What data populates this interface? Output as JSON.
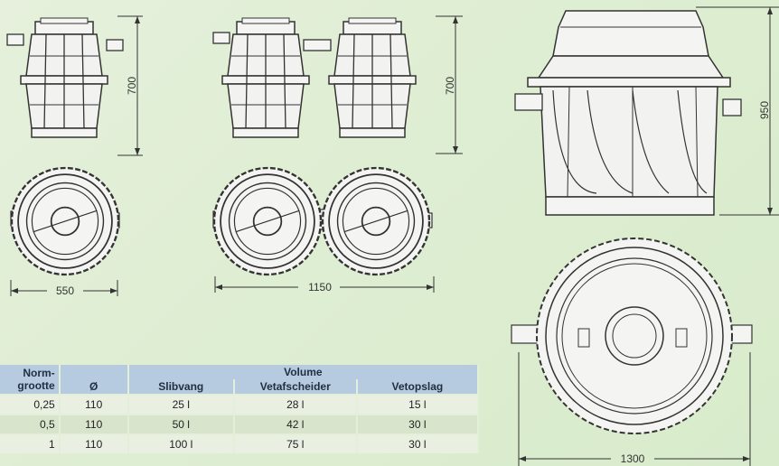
{
  "dimensions": {
    "single_height": "700",
    "single_width": "550",
    "double_height": "700",
    "double_width": "1150",
    "large_height": "950",
    "large_width": "1300"
  },
  "table": {
    "headers": {
      "norm_line1": "Norm-",
      "norm_line2": "grootte",
      "diameter": "Ø",
      "volume": "Volume",
      "slibvang": "Slibvang",
      "vetafscheider": "Vetafscheider",
      "vetopslag": "Vetopslag"
    },
    "rows": [
      {
        "norm": "0,25",
        "diameter": "110",
        "slibvang": "25 l",
        "vetafscheider": "28 l",
        "vetopslag": "15 l"
      },
      {
        "norm": "0,5",
        "diameter": "110",
        "slibvang": "50 l",
        "vetafscheider": "42 l",
        "vetopslag": "30 l"
      },
      {
        "norm": "1",
        "diameter": "110",
        "slibvang": "100 l",
        "vetafscheider": "75 l",
        "vetopslag": "30 l"
      }
    ]
  }
}
